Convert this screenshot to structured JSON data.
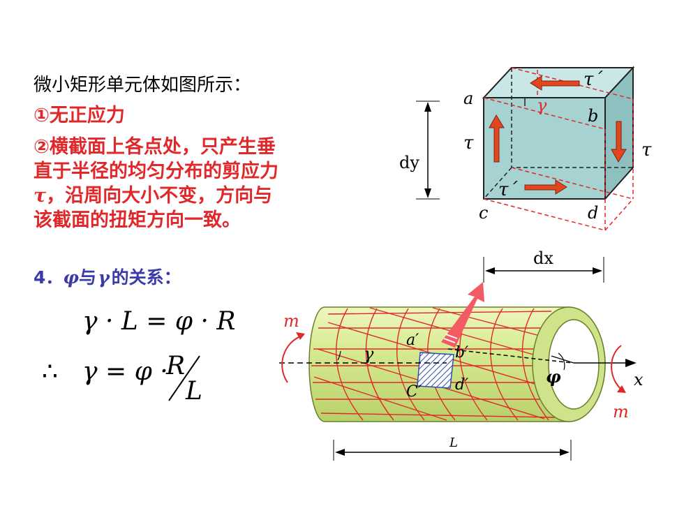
{
  "slide": {
    "heading": "微小矩形单元体如图所示：",
    "point1": "①无正应力",
    "point2_lines": [
      "②横截面上各点处，只产生垂",
      "直于半径的均匀分布的剪应力"
    ],
    "point2_tau": "τ",
    "point2_line3_rest": "，沿周向大小不变，方向与",
    "point2_line4": "该截面的扭矩方向一致。",
    "item4": {
      "num": "4．",
      "phi": "φ",
      "text1": "与",
      "gamma": "γ",
      "text2": "的关系："
    },
    "equation1": "γ · L = φ · R",
    "equation2_therefore": "∴",
    "equation2_lhs": "γ = φ ·",
    "equation2_num": "R",
    "equation2_den": "L"
  },
  "diagram": {
    "cube_labels": {
      "a": "a",
      "b": "b",
      "c": "c",
      "d": "d",
      "tau_left": "τ",
      "tau_right": "τ",
      "tau_prime_top": "τ´",
      "tau_prime_bottom": "τ´",
      "gamma": "γ",
      "dy": "dy",
      "dx": "dx"
    },
    "cylinder_labels": {
      "m_left": "m",
      "m_right": "m",
      "a_prime": "a′",
      "b_prime": "b′",
      "c_prime": "C′",
      "d_prime": "d′",
      "gamma": "γ",
      "phi": "φ",
      "x": "x",
      "L": "L"
    },
    "colors": {
      "cube_face": "#a6d2d2",
      "cylinder_fill": "#d4ea8c",
      "grid_red": "#e0282a",
      "arrow_red": "#e2461e",
      "pointer_arrow": "#f35a64"
    }
  }
}
